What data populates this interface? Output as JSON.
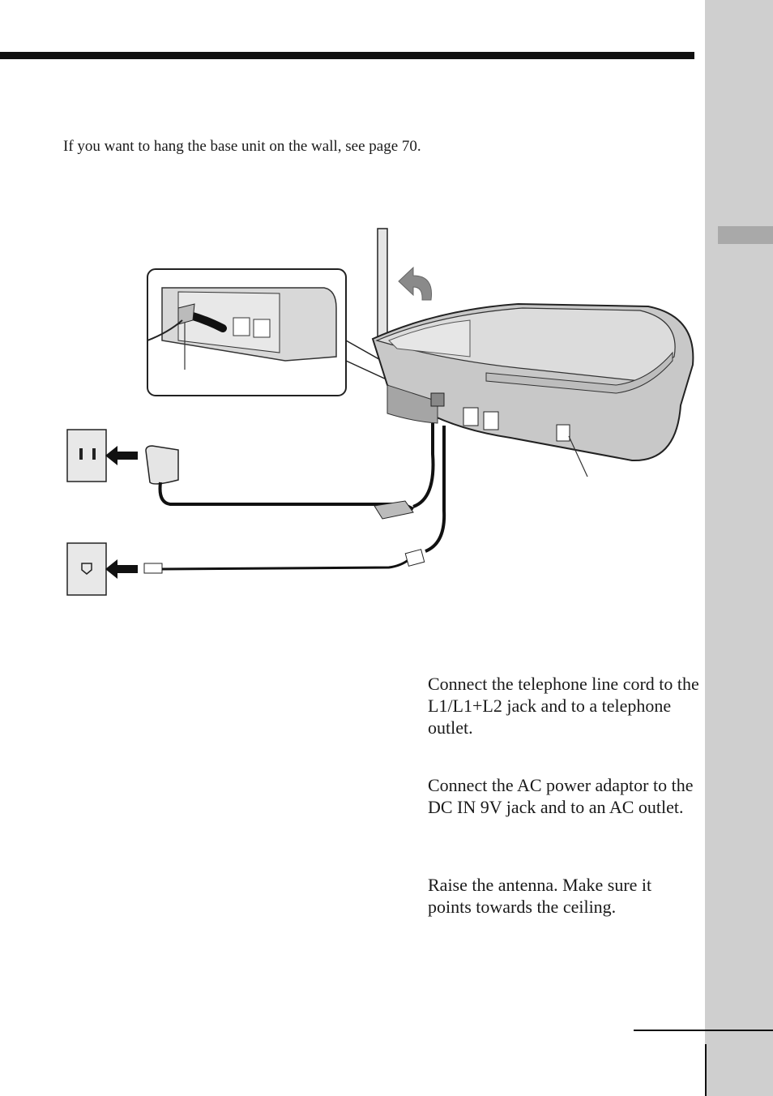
{
  "intro_text": "If you want to hang the base unit on the wall, see page 70.",
  "steps": [
    "Connect the telephone line cord to the L1/L1+L2 jack and to a telephone outlet.",
    "Connect the AC power adaptor to the DC IN 9V jack and to an AC outlet.",
    "Raise the antenna. Make sure it points towards the ceiling."
  ],
  "figure": {
    "icons": [
      "ac-outlet-icon",
      "telephone-outlet-icon",
      "ac-power-adaptor-icon",
      "telephone-line-cord-icon",
      "base-unit-icon",
      "antenna-icon",
      "raise-arrow-icon"
    ]
  }
}
